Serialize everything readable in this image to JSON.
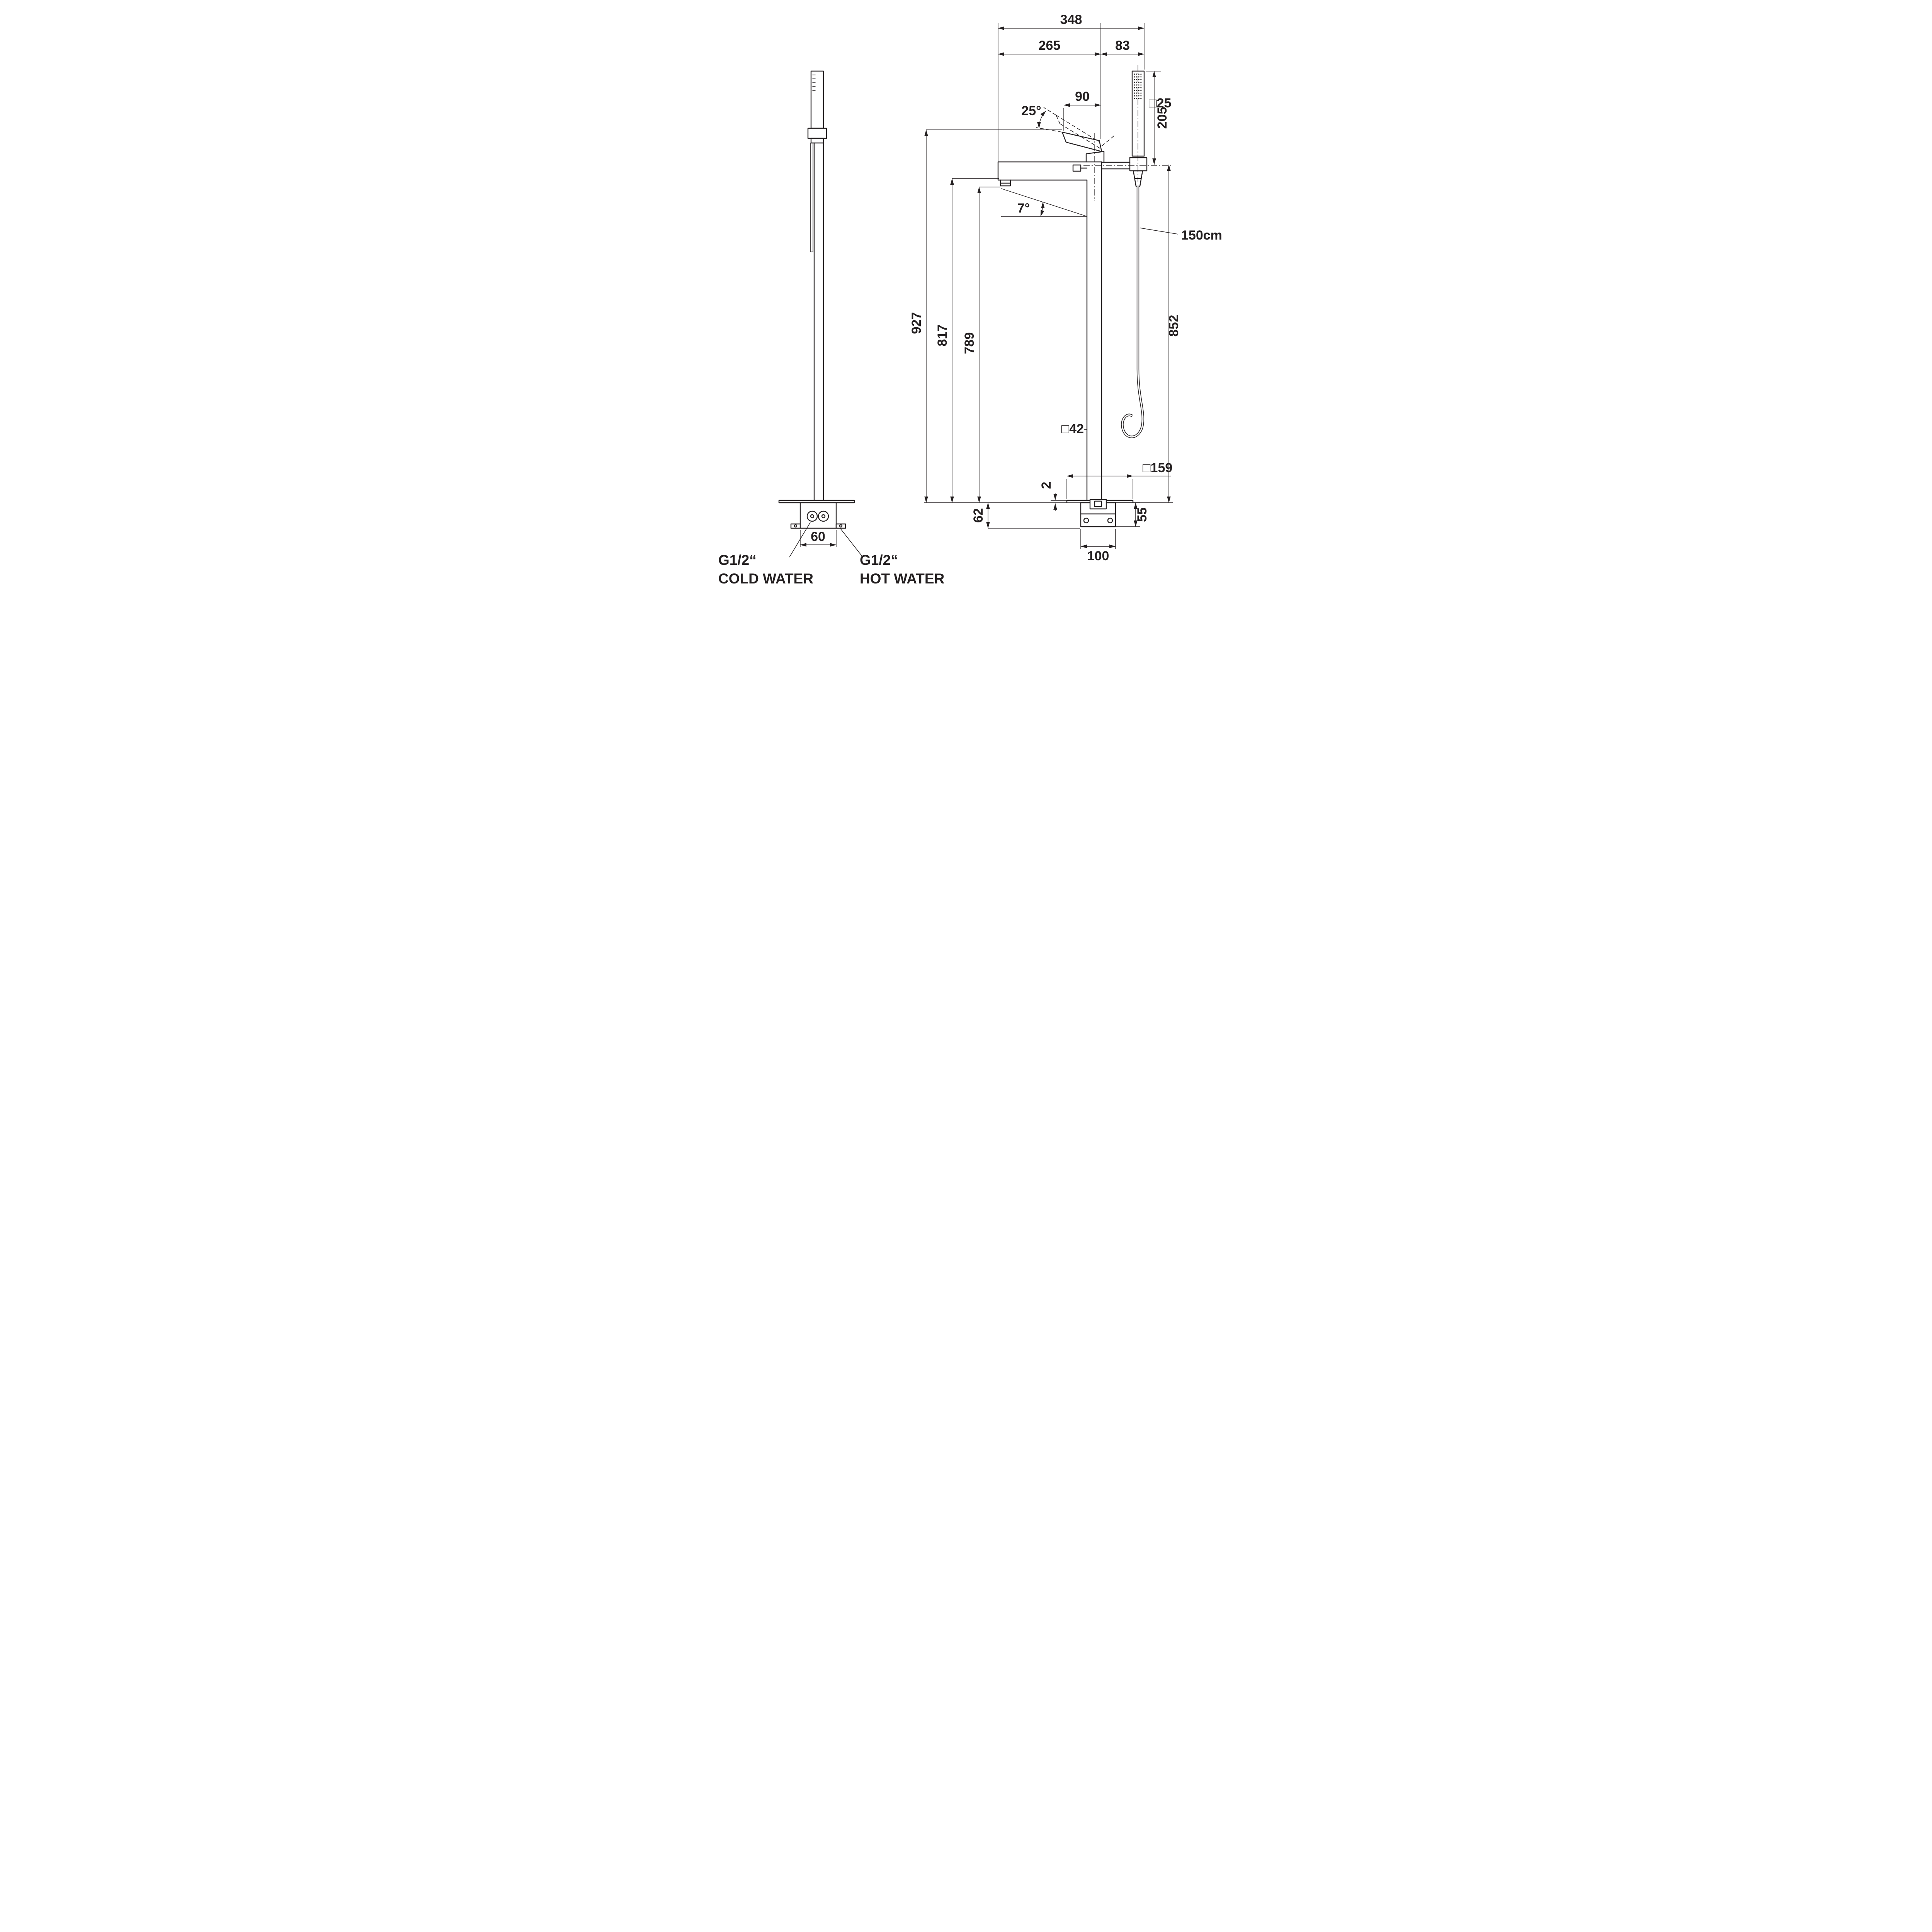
{
  "title": "Freestanding bath mixer dimensional drawing",
  "colors": {
    "line": "#231f20",
    "bg": "#ffffff"
  },
  "front": {
    "total_depth": "348",
    "spout_reach": "265",
    "shower_offset": "83",
    "handle_length": "90",
    "handle_angle": "25°",
    "handshower_square": "□25",
    "handshower_height": "205",
    "hose_length": "150cm",
    "height_handle": "927",
    "height_spout": "817",
    "height_outlet": "789",
    "height_holder": "852",
    "column_square": "□42",
    "plate_square": "□159",
    "plate_thickness": "2",
    "inlet_depth": "62",
    "base_height": "55",
    "base_width": "100",
    "spout_angle": "7°"
  },
  "side": {
    "base_depth": "60",
    "cold_thread": "G1/2“",
    "cold_label": "COLD WATER",
    "hot_thread": "G1/2“",
    "hot_label": "HOT WATER"
  }
}
